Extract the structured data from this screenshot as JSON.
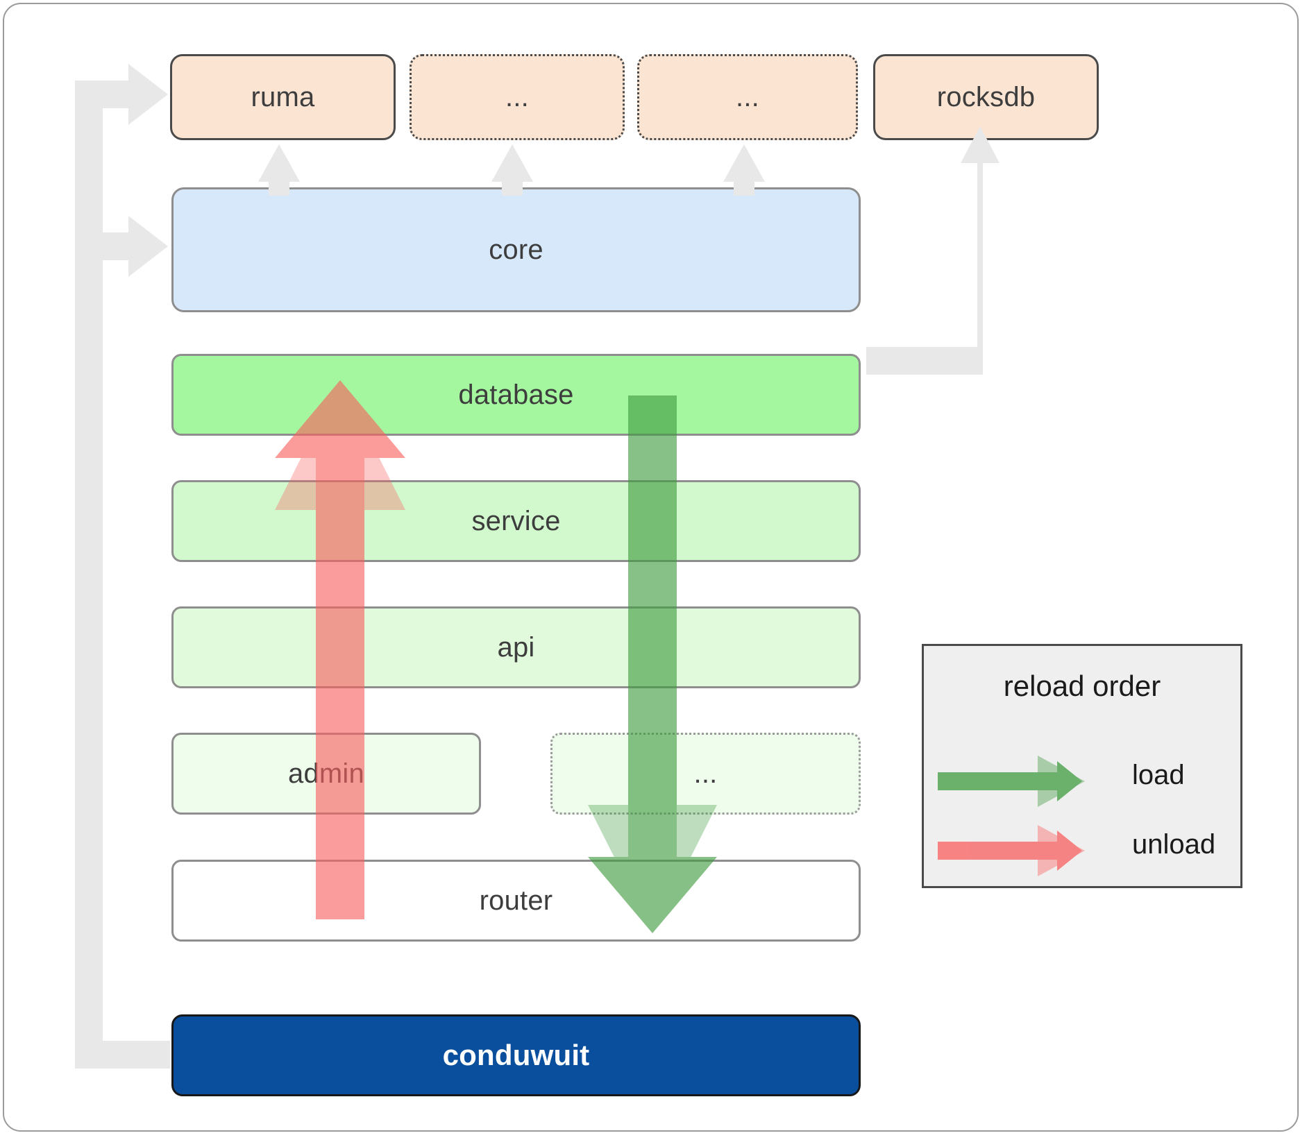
{
  "diagram": {
    "title": "conduwuit crate dependency and reload order diagram",
    "colors": {
      "frame_border": "#9a9a9a",
      "dependency_fill": "#fce4d3",
      "dependency_border": "#4a4a4a",
      "core_fill": "#d7e8fb",
      "database_fill": "#a4f79f",
      "service_fill": "#d2f8cd",
      "api_fill": "#e0fadb",
      "admin_fill": "#effdec",
      "router_fill": "#ffffff",
      "app_fill": "#0a4f9e",
      "app_text": "#ffffff",
      "connector_gray": "#e8e8e8",
      "load_green": "#4ea24e",
      "unload_red": "#f97f7f",
      "legend_fill": "#efefef",
      "legend_border": "#4a4a4a",
      "node_border_gray": "#8e8e8e",
      "text": "#3d3d3d"
    }
  },
  "dependencies": [
    {
      "id": "ruma",
      "label": "ruma",
      "style": "solid"
    },
    {
      "id": "dep2",
      "label": "...",
      "style": "dotted"
    },
    {
      "id": "dep3",
      "label": "...",
      "style": "dotted"
    },
    {
      "id": "rocksdb",
      "label": "rocksdb",
      "style": "solid"
    }
  ],
  "crates": [
    {
      "id": "core",
      "label": "core",
      "style": "solid"
    },
    {
      "id": "database",
      "label": "database",
      "style": "solid"
    },
    {
      "id": "service",
      "label": "service",
      "style": "solid"
    },
    {
      "id": "api",
      "label": "api",
      "style": "solid"
    },
    {
      "id": "admin",
      "label": "admin",
      "style": "solid"
    },
    {
      "id": "more",
      "label": "...",
      "style": "dotted"
    },
    {
      "id": "router",
      "label": "router",
      "style": "solid"
    }
  ],
  "application": {
    "id": "conduwuit",
    "label": "conduwuit"
  },
  "legend": {
    "title": "reload order",
    "entries": [
      {
        "id": "load",
        "label": "load",
        "color": "#4ea24e",
        "direction": "right"
      },
      {
        "id": "unload",
        "label": "unload",
        "color": "#f97f7f",
        "direction": "right"
      }
    ]
  },
  "flow_arrows": [
    {
      "id": "unload-arrow",
      "label": "unload",
      "color": "#f97f7f",
      "direction": "up",
      "from": "router",
      "to": "database"
    },
    {
      "id": "load-arrow",
      "label": "load",
      "color": "#4ea24e",
      "direction": "down",
      "from": "database",
      "to": "router"
    }
  ]
}
